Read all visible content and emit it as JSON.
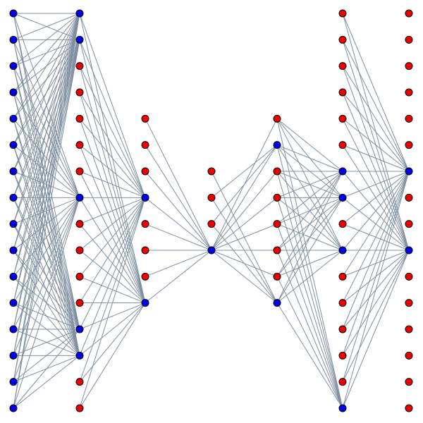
{
  "colors": {
    "active": "#0000ee",
    "inactive": "#ee0000",
    "edge": "#7f8fa0",
    "node_outline": "#000000",
    "background": "#ffffff"
  },
  "layers": [
    {
      "count": 16,
      "active": [
        0,
        1,
        2,
        3,
        4,
        5,
        6,
        7,
        8,
        9,
        10,
        11,
        12,
        13,
        14,
        15
      ]
    },
    {
      "count": 16,
      "active": [
        0,
        1,
        7,
        12,
        13
      ]
    },
    {
      "count": 8,
      "active": [
        3,
        7
      ]
    },
    {
      "count": 4,
      "active": [
        3
      ]
    },
    {
      "count": 8,
      "active": [
        1,
        7
      ]
    },
    {
      "count": 16,
      "active": [
        6,
        7,
        9,
        15
      ]
    },
    {
      "count": 16,
      "active": [
        6,
        9
      ]
    }
  ],
  "edges": [
    {
      "from": [
        0,
        0
      ],
      "to": [
        1,
        [
          0,
          1,
          7,
          12,
          13
        ]
      ]
    },
    {
      "from": [
        0,
        1
      ],
      "to": [
        1,
        [
          0,
          1,
          7,
          12,
          13
        ]
      ]
    },
    {
      "from": [
        0,
        2
      ],
      "to": [
        1,
        [
          0,
          1,
          7,
          12,
          13
        ]
      ]
    },
    {
      "from": [
        0,
        3
      ],
      "to": [
        1,
        [
          0,
          1,
          7,
          12,
          13
        ]
      ]
    },
    {
      "from": [
        0,
        4
      ],
      "to": [
        1,
        [
          0,
          1,
          7,
          12,
          13
        ]
      ]
    },
    {
      "from": [
        0,
        5
      ],
      "to": [
        1,
        [
          0,
          1,
          7,
          12,
          13
        ]
      ]
    },
    {
      "from": [
        0,
        6
      ],
      "to": [
        1,
        [
          0,
          1,
          7,
          12,
          13
        ]
      ]
    },
    {
      "from": [
        0,
        7
      ],
      "to": [
        1,
        [
          0,
          1,
          7,
          12,
          13
        ]
      ]
    },
    {
      "from": [
        0,
        8
      ],
      "to": [
        1,
        [
          0,
          1,
          7,
          12,
          13
        ]
      ]
    },
    {
      "from": [
        0,
        9
      ],
      "to": [
        1,
        [
          0,
          1,
          7,
          12,
          13
        ]
      ]
    },
    {
      "from": [
        0,
        10
      ],
      "to": [
        1,
        [
          0,
          1,
          7,
          12,
          13
        ]
      ]
    },
    {
      "from": [
        0,
        11
      ],
      "to": [
        1,
        [
          0,
          1,
          7,
          12,
          13
        ]
      ]
    },
    {
      "from": [
        0,
        12
      ],
      "to": [
        1,
        [
          0,
          1,
          7,
          12,
          13
        ]
      ]
    },
    {
      "from": [
        0,
        13
      ],
      "to": [
        1,
        [
          0,
          1,
          7,
          12,
          13
        ]
      ]
    },
    {
      "from": [
        0,
        14
      ],
      "to": [
        1,
        [
          0,
          1,
          7,
          12,
          13
        ]
      ]
    },
    {
      "from": [
        0,
        15
      ],
      "to": [
        1,
        [
          0,
          1,
          7,
          12,
          13
        ]
      ]
    },
    {
      "from": [
        1,
        0
      ],
      "to": [
        2,
        [
          3,
          7
        ]
      ]
    },
    {
      "from": [
        1,
        1
      ],
      "to": [
        2,
        [
          3,
          7
        ]
      ]
    },
    {
      "from": [
        1,
        2
      ],
      "to": [
        2,
        [
          3,
          7
        ]
      ]
    },
    {
      "from": [
        1,
        3
      ],
      "to": [
        2,
        [
          3,
          7
        ]
      ]
    },
    {
      "from": [
        1,
        4
      ],
      "to": [
        2,
        [
          3,
          7
        ]
      ]
    },
    {
      "from": [
        1,
        5
      ],
      "to": [
        2,
        [
          3,
          7
        ]
      ]
    },
    {
      "from": [
        1,
        6
      ],
      "to": [
        2,
        [
          3,
          7
        ]
      ]
    },
    {
      "from": [
        1,
        7
      ],
      "to": [
        2,
        [
          3,
          7
        ]
      ]
    },
    {
      "from": [
        1,
        8
      ],
      "to": [
        2,
        [
          3,
          7
        ]
      ]
    },
    {
      "from": [
        1,
        9
      ],
      "to": [
        2,
        [
          3,
          7
        ]
      ]
    },
    {
      "from": [
        1,
        10
      ],
      "to": [
        2,
        [
          3,
          7
        ]
      ]
    },
    {
      "from": [
        1,
        11
      ],
      "to": [
        2,
        [
          3,
          7
        ]
      ]
    },
    {
      "from": [
        1,
        12
      ],
      "to": [
        2,
        [
          3,
          7
        ]
      ]
    },
    {
      "from": [
        1,
        13
      ],
      "to": [
        2,
        [
          3,
          7
        ]
      ]
    },
    {
      "from": [
        1,
        14
      ],
      "to": [
        2,
        [
          3,
          7
        ]
      ]
    },
    {
      "from": [
        1,
        15
      ],
      "to": [
        2,
        [
          3,
          7
        ]
      ]
    },
    {
      "from": [
        2,
        0
      ],
      "to": [
        3,
        [
          3
        ]
      ]
    },
    {
      "from": [
        2,
        1
      ],
      "to": [
        3,
        [
          3
        ]
      ]
    },
    {
      "from": [
        2,
        2
      ],
      "to": [
        3,
        [
          3
        ]
      ]
    },
    {
      "from": [
        2,
        3
      ],
      "to": [
        3,
        [
          3
        ]
      ]
    },
    {
      "from": [
        2,
        4
      ],
      "to": [
        3,
        [
          3
        ]
      ]
    },
    {
      "from": [
        2,
        5
      ],
      "to": [
        3,
        [
          3
        ]
      ]
    },
    {
      "from": [
        2,
        6
      ],
      "to": [
        3,
        [
          3
        ]
      ]
    },
    {
      "from": [
        2,
        7
      ],
      "to": [
        3,
        [
          3
        ]
      ]
    },
    {
      "from": [
        3,
        0
      ],
      "to": [
        4,
        [
          7
        ]
      ]
    },
    {
      "from": [
        3,
        1
      ],
      "to": [
        4,
        [
          1,
          7
        ]
      ]
    },
    {
      "from": [
        3,
        2
      ],
      "to": [
        4,
        [
          1,
          7
        ]
      ]
    },
    {
      "from": [
        3,
        3
      ],
      "to": [
        4,
        [
          0,
          1,
          2,
          3,
          4,
          5,
          6,
          7
        ]
      ]
    },
    {
      "from": [
        4,
        0
      ],
      "to": [
        5,
        [
          6,
          7,
          9,
          15
        ]
      ]
    },
    {
      "from": [
        4,
        1
      ],
      "to": [
        5,
        [
          6,
          7,
          9,
          15
        ]
      ]
    },
    {
      "from": [
        4,
        2
      ],
      "to": [
        5,
        [
          6,
          7,
          9,
          15
        ]
      ]
    },
    {
      "from": [
        4,
        3
      ],
      "to": [
        5,
        [
          6,
          7,
          9,
          15
        ]
      ]
    },
    {
      "from": [
        4,
        4
      ],
      "to": [
        5,
        [
          6,
          7,
          9,
          15
        ]
      ]
    },
    {
      "from": [
        4,
        5
      ],
      "to": [
        5,
        [
          6,
          7,
          9,
          15
        ]
      ]
    },
    {
      "from": [
        4,
        6
      ],
      "to": [
        5,
        [
          6,
          7,
          9,
          15
        ]
      ]
    },
    {
      "from": [
        4,
        7
      ],
      "to": [
        5,
        [
          6,
          7,
          9,
          15
        ]
      ]
    },
    {
      "from": [
        5,
        0
      ],
      "to": [
        6,
        [
          6,
          9
        ]
      ]
    },
    {
      "from": [
        5,
        1
      ],
      "to": [
        6,
        [
          6,
          9
        ]
      ]
    },
    {
      "from": [
        5,
        2
      ],
      "to": [
        6,
        [
          6,
          9
        ]
      ]
    },
    {
      "from": [
        5,
        3
      ],
      "to": [
        6,
        [
          6,
          9
        ]
      ]
    },
    {
      "from": [
        5,
        4
      ],
      "to": [
        6,
        [
          6,
          9
        ]
      ]
    },
    {
      "from": [
        5,
        5
      ],
      "to": [
        6,
        [
          6,
          9
        ]
      ]
    },
    {
      "from": [
        5,
        6
      ],
      "to": [
        6,
        [
          6,
          9
        ]
      ]
    },
    {
      "from": [
        5,
        7
      ],
      "to": [
        6,
        [
          6,
          9
        ]
      ]
    },
    {
      "from": [
        5,
        8
      ],
      "to": [
        6,
        [
          6,
          9
        ]
      ]
    },
    {
      "from": [
        5,
        9
      ],
      "to": [
        6,
        [
          6,
          9
        ]
      ]
    },
    {
      "from": [
        5,
        10
      ],
      "to": [
        6,
        [
          6,
          9
        ]
      ]
    },
    {
      "from": [
        5,
        11
      ],
      "to": [
        6,
        [
          6,
          9
        ]
      ]
    },
    {
      "from": [
        5,
        12
      ],
      "to": [
        6,
        [
          6,
          9
        ]
      ]
    },
    {
      "from": [
        5,
        13
      ],
      "to": [
        6,
        [
          6,
          9
        ]
      ]
    },
    {
      "from": [
        5,
        14
      ],
      "to": [
        6,
        [
          6,
          9
        ]
      ]
    },
    {
      "from": [
        5,
        15
      ],
      "to": [
        6,
        [
          6,
          9
        ]
      ]
    }
  ]
}
